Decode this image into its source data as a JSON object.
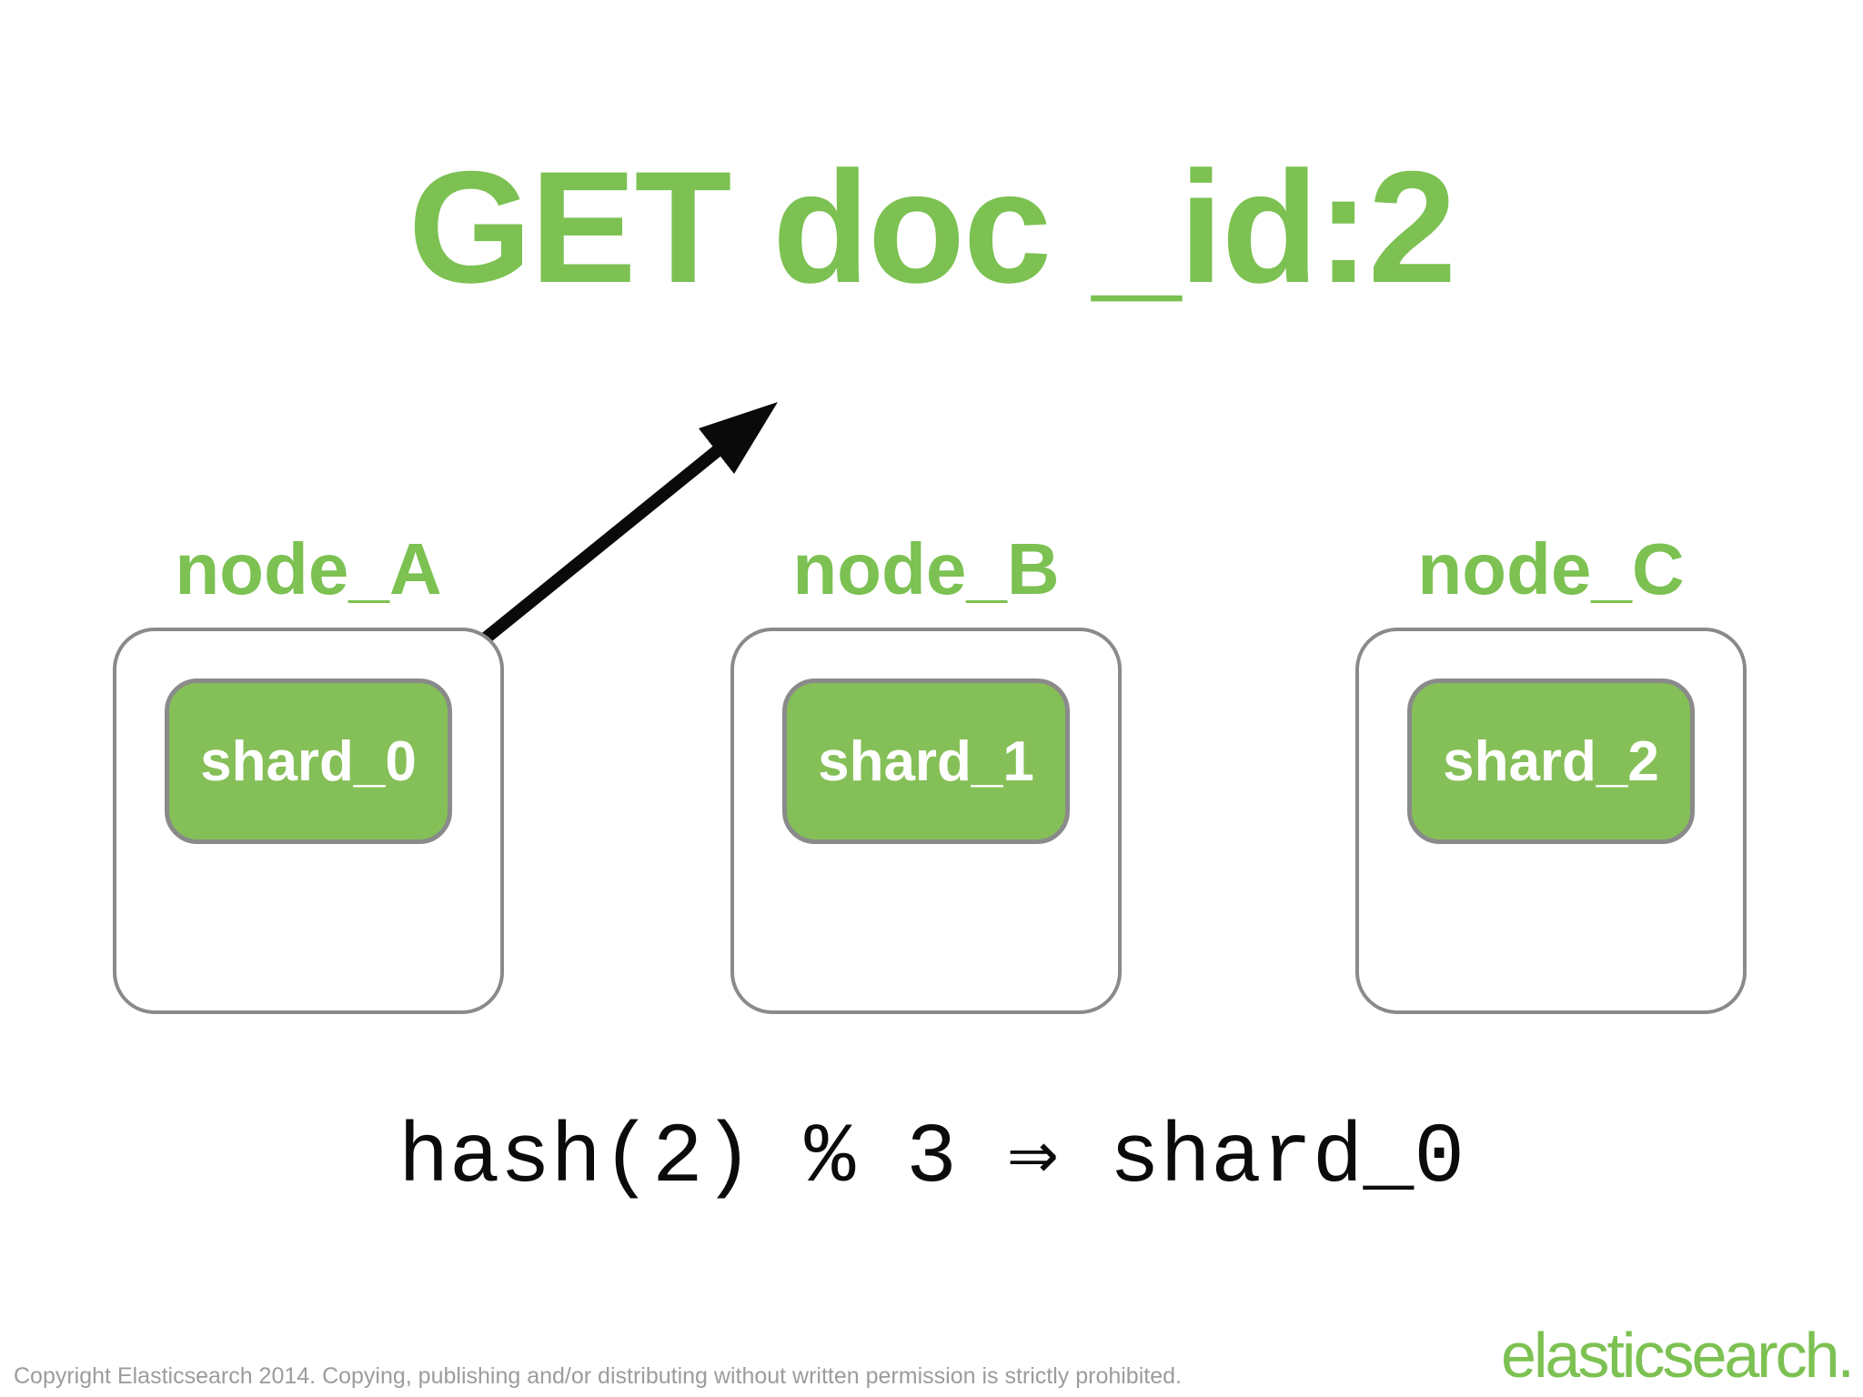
{
  "slide": {
    "title": "GET doc _id:2",
    "nodes": [
      {
        "label": "node_A",
        "shard": "shard_0"
      },
      {
        "label": "node_B",
        "shard": "shard_1"
      },
      {
        "label": "node_C",
        "shard": "shard_2"
      }
    ],
    "formula": "hash(2) % 3 ⇒ shard_0",
    "footer": {
      "copyright": "Copyright Elasticsearch 2014. Copying, publishing and/or distributing without written permission is strictly prohibited.",
      "logo": "elasticsearch."
    }
  },
  "colors": {
    "green_text": "#7CC152",
    "shard_green": "#85BF58",
    "border_gray": "#8A8A8A",
    "arrow_black": "#0A0A0A",
    "copyright_gray": "#9C9C9C",
    "bg": "#FFFFFF"
  }
}
